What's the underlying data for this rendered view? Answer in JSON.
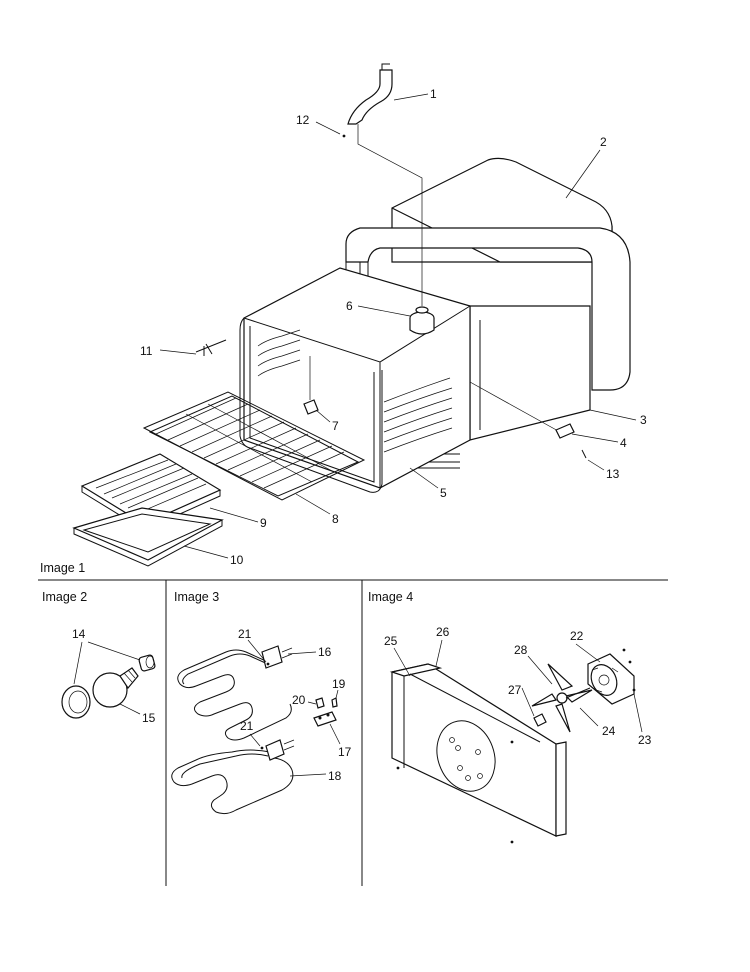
{
  "panels": [
    {
      "id": "image1",
      "title": "Image 1"
    },
    {
      "id": "image2",
      "title": "Image 2"
    },
    {
      "id": "image3",
      "title": "Image 3"
    },
    {
      "id": "image4",
      "title": "Image 4"
    }
  ],
  "callouts": [
    "1",
    "2",
    "3",
    "4",
    "5",
    "6",
    "7",
    "8",
    "9",
    "10",
    "11",
    "12",
    "13",
    "14",
    "15",
    "16",
    "17",
    "18",
    "19",
    "20",
    "21",
    "21",
    "22",
    "23",
    "24",
    "25",
    "26",
    "27",
    "28"
  ]
}
